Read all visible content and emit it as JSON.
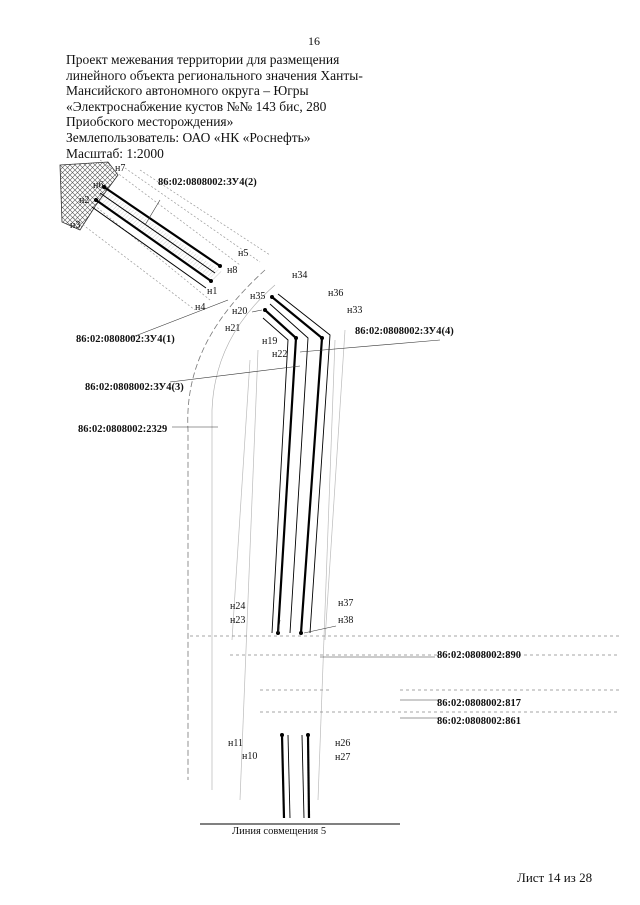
{
  "page_number": "16",
  "header": {
    "lines": [
      "Проект межевания территории для размещения",
      "линейного объекта регионального значения Ханты-",
      "Мансийского автономного округа – Югры",
      "«Электроснабжение кустов №№ 143 бис, 280",
      "Приобского месторождения»",
      "Землепользователь: ОАО «НК «Роснефть»",
      "Масштаб: 1:2000"
    ]
  },
  "map": {
    "point_labels": {
      "n7": "н7",
      "n6": "н6",
      "n2": "н2",
      "n3": "н3",
      "n5": "н5",
      "n8": "н8",
      "n1": "н1",
      "n4": "н4",
      "n34": "н34",
      "n35": "н35",
      "n36": "н36",
      "n33": "н33",
      "n20": "н20",
      "n21": "н21",
      "n19": "н19",
      "n22": "н22",
      "n24": "н24",
      "n23": "н23",
      "n37": "н37",
      "n38": "н38",
      "n11": "н11",
      "n10": "н10",
      "n26": "н26",
      "n27": "н27"
    },
    "parcels": {
      "zu4_2": "86:02:0808002:ЗУ4(2)",
      "zu4_1": "86:02:0808002:ЗУ4(1)",
      "zu4_4": "86:02:0808002:ЗУ4(4)",
      "zu4_3": "86:02:0808002:ЗУ4(3)",
      "p2329": "86:02:0808002:2329",
      "p890": "86:02:0808002:890",
      "p817": "86:02:0808002:817",
      "p861": "86:02:0808002:861"
    },
    "junction_line_label": "Линия совмещения 5"
  },
  "footer": {
    "sheet": "Лист 14 из 28"
  }
}
